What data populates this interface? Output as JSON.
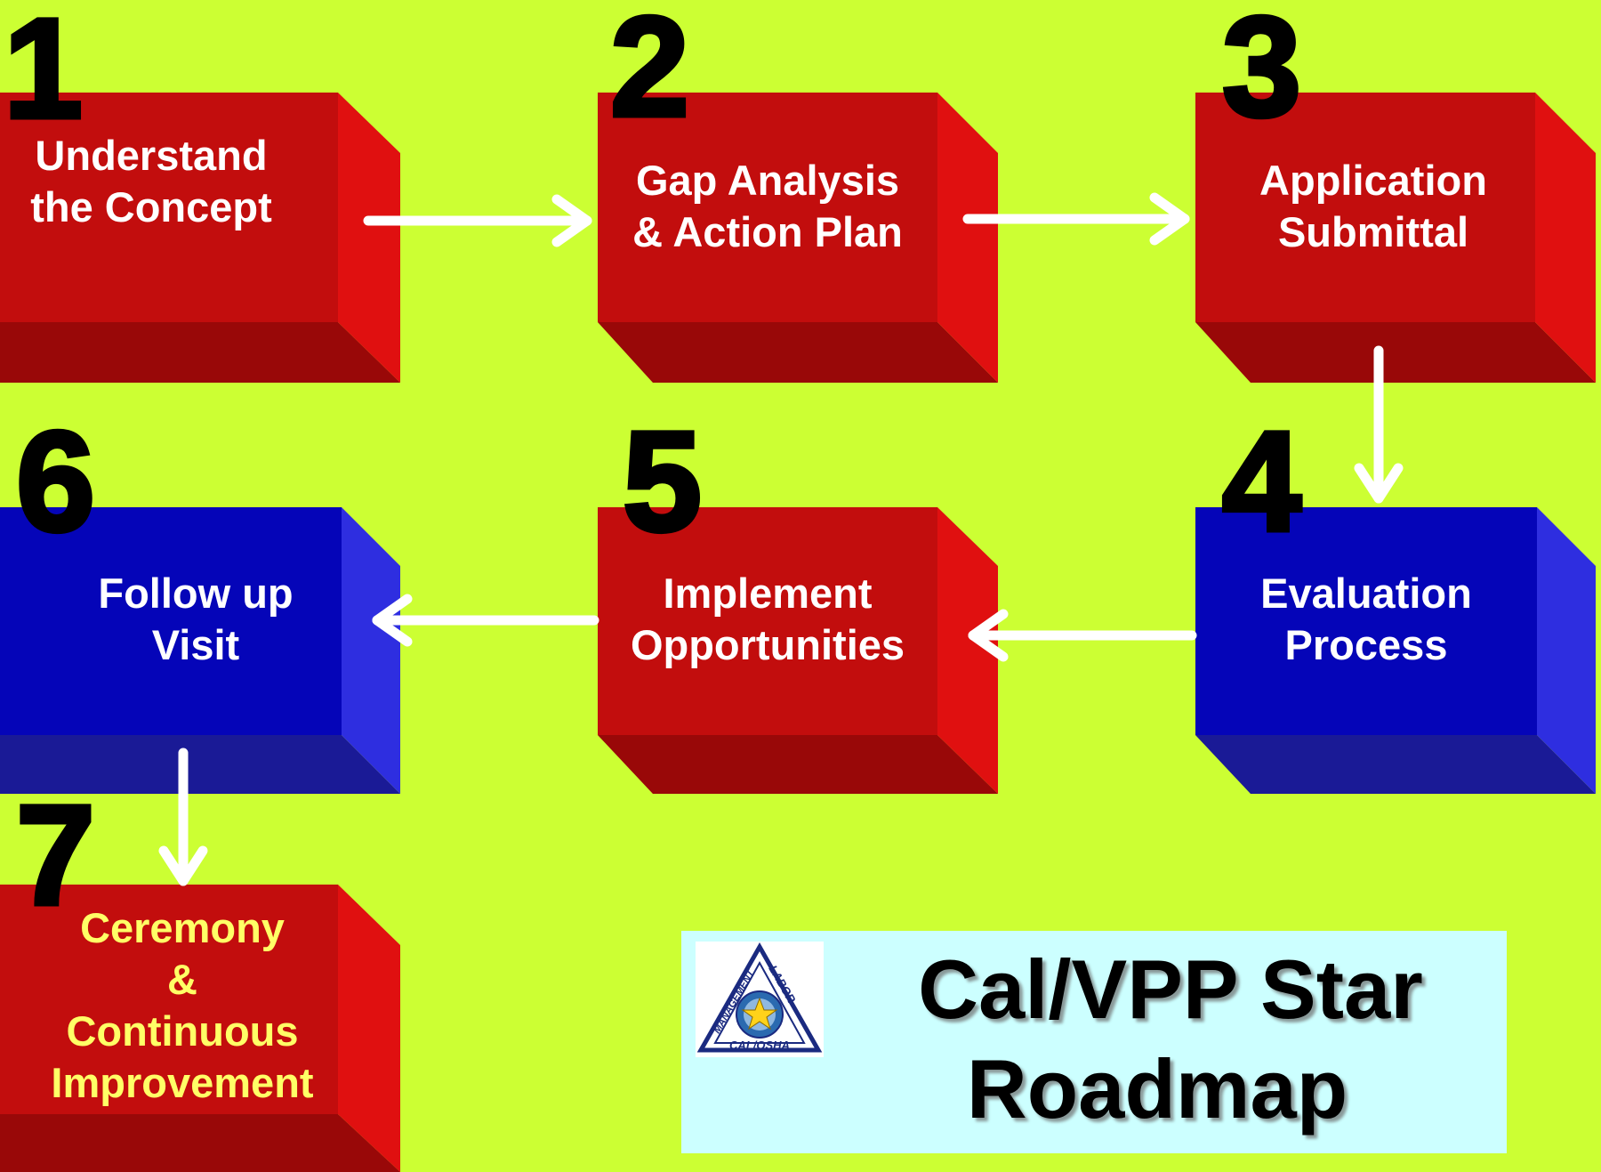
{
  "colors": {
    "background": "#ccff33",
    "red_front": "#c20d0d",
    "red_side": "#e01010",
    "red_bottom": "#990808",
    "blue_front": "#0505b8",
    "blue_side": "#2e2ee0",
    "blue_bottom": "#1a1a96",
    "arrow": "#ffffff",
    "title_panel": "#ccffff"
  },
  "steps": [
    {
      "number": "1",
      "lines": [
        "Understand",
        "the  Concept"
      ],
      "color": "red",
      "text_color": "#ffffff"
    },
    {
      "number": "2",
      "lines": [
        "Gap Analysis",
        "& Action Plan"
      ],
      "color": "red",
      "text_color": "#ffffff"
    },
    {
      "number": "3",
      "lines": [
        "Application",
        "Submittal"
      ],
      "color": "red",
      "text_color": "#ffffff"
    },
    {
      "number": "4",
      "lines": [
        "Evaluation",
        "Process"
      ],
      "color": "blue",
      "text_color": "#ffffff"
    },
    {
      "number": "5",
      "lines": [
        "Implement",
        "Opportunities"
      ],
      "color": "red",
      "text_color": "#ffffff"
    },
    {
      "number": "6",
      "lines": [
        "Follow up",
        "Visit"
      ],
      "color": "blue",
      "text_color": "#ffffff"
    },
    {
      "number": "7",
      "lines": [
        "Ceremony",
        "&",
        "Continuous",
        "Improvement"
      ],
      "color": "red",
      "text_color": "#ffff66"
    }
  ],
  "title": {
    "line1": "Cal/VPP Star",
    "line2": "Roadmap"
  },
  "logo": {
    "text_management": "MANAGEMENT",
    "text_labor": "LABOR",
    "text_calosha": "CAL/OSHA",
    "icon": "star-triangle-logo"
  }
}
